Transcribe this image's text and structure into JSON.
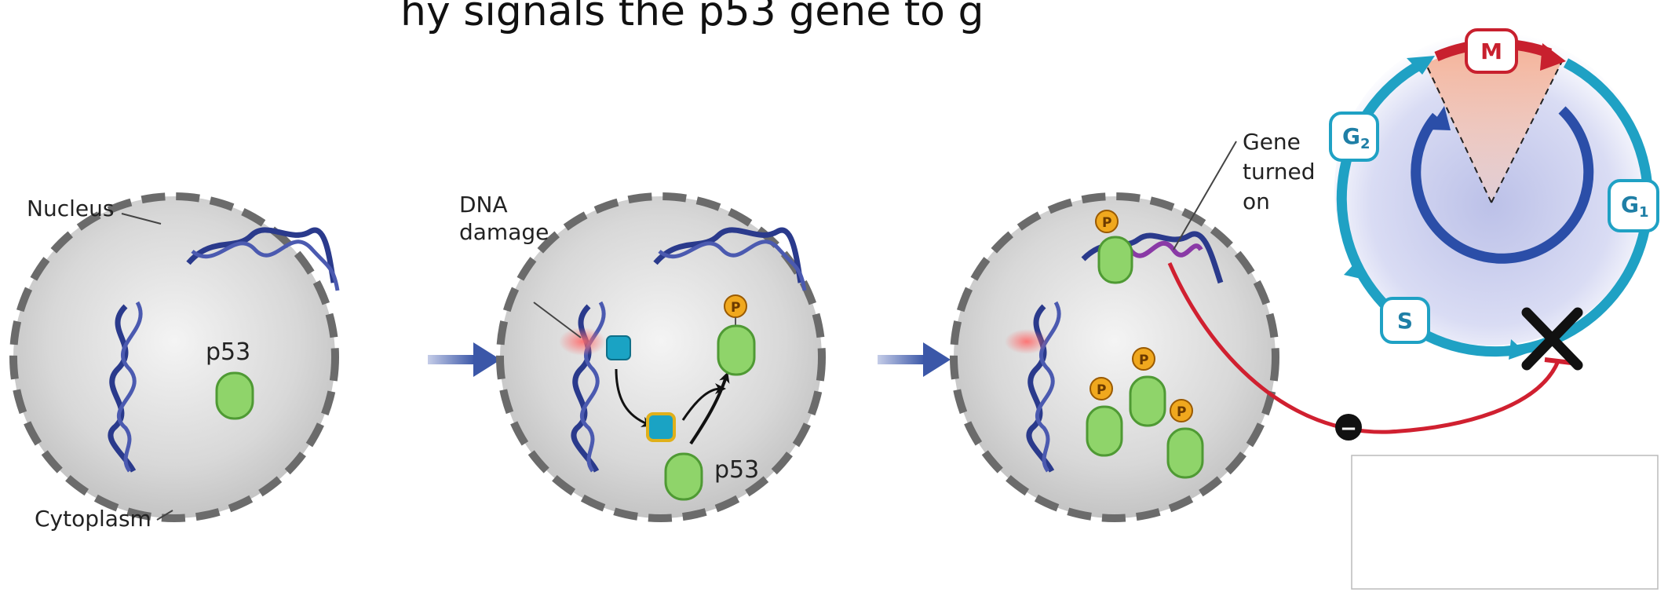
{
  "title_fragment": "hy signals       the p53 gene to g",
  "labels": {
    "nucleus": "Nucleus",
    "cytoplasm": "Cytoplasm",
    "p53_1": "p53",
    "dna_damage_1": "DNA",
    "dna_damage_2": "damage",
    "p53_2": "p53",
    "gene_1": "Gene",
    "gene_2": "turned",
    "gene_3": "on",
    "phosphate": "P"
  },
  "cell_cycle": {
    "M": "M",
    "G1": "G",
    "G1_sub": "1",
    "G2": "G",
    "G2_sub": "2",
    "S": "S"
  },
  "inhibitor_symbol": "−",
  "blank_box_text": "",
  "colors": {
    "cell_fill": "#d6d6d6",
    "dashed_membrane": "#6b6b6b",
    "dna": "#2a3a8c",
    "p53_green": "#8fd46a",
    "phosphate_orange": "#f0a81e",
    "kinase_teal": "#1aa3c4",
    "cycle_teal": "#1fa1c4",
    "cycle_red": "#c8202e",
    "inner_blue": "#2b4ea8",
    "inhibit_red": "#d02030",
    "arrow_blue": "#3b57a8"
  }
}
